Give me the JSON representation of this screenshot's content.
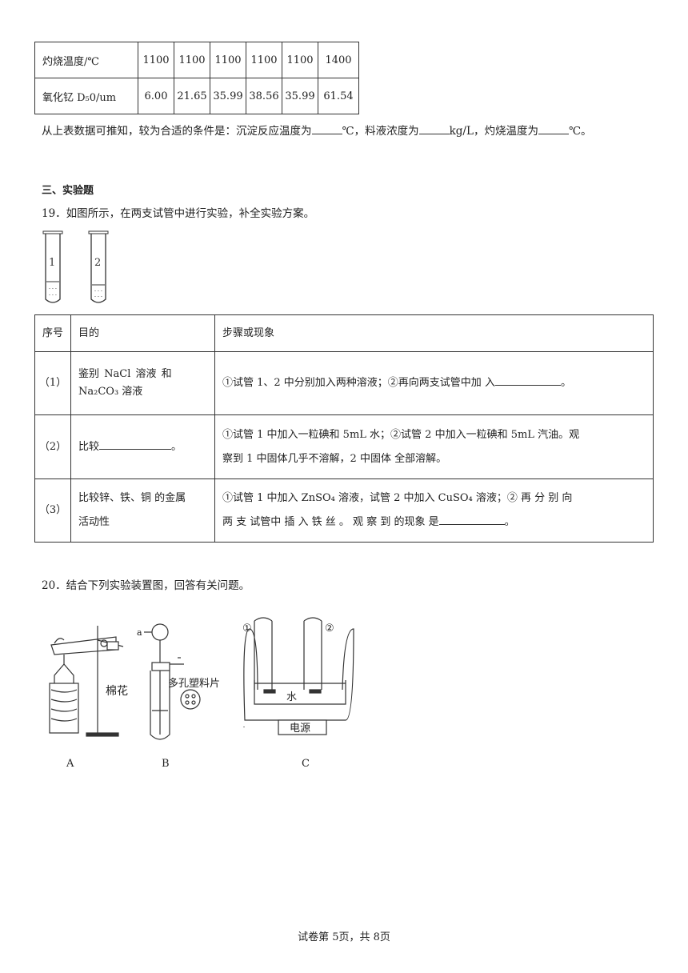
{
  "table1": {
    "rows": [
      {
        "label": "灼烧温度/℃",
        "values": [
          "1100",
          "1100",
          "1100",
          "1100",
          "1100",
          "1400"
        ]
      },
      {
        "label": "氧化钇 D₅0/um",
        "values": [
          "6.00",
          "21.65",
          "35.99",
          "38.56",
          "35.99",
          "61.54"
        ]
      }
    ]
  },
  "conclusion": {
    "part1": "从上表数据可推知，较为合适的条件是：沉淀反应温度为",
    "part2": "℃，料液浓度为",
    "part3": "kg/L，灼烧温度为",
    "part4": "℃。"
  },
  "section3_title": "三、实验题",
  "q19": {
    "text": "19．如图所示，在两支试管中进行实验，补全实验方案。",
    "tube1": "1",
    "tube2": "2",
    "headers": [
      "序号",
      "目的",
      "步骤或现象"
    ],
    "row1": {
      "num": "（1）",
      "purpose_line1": "鉴别 NaCl 溶液 和",
      "purpose_line2": "Na₂CO₃ 溶液",
      "step_a": "①试管 1、2 中分别加入两种溶液；②再向两支试管中加 入",
      "step_b": "。"
    },
    "row2": {
      "num": "（2）",
      "purpose_a": "比较",
      "purpose_b": "。",
      "step_line1": "①试管 1 中加入一粒碘和 5mL 水；②试管 2 中加入一粒碘和 5mL 汽油。观",
      "step_line2": "察到 1 中固体几乎不溶解，2 中固体 全部溶解。"
    },
    "row3": {
      "num": "（3）",
      "purpose_line1": "比较锌、铁、铜 的金属",
      "purpose_line2": "活动性",
      "step_line1": "①试管 1 中加入 ZnSO₄ 溶液，试管 2 中加入 CuSO₄ 溶液；② 再 分 别 向",
      "step_line2a": "两 支 试管中 插 入 铁 丝 。 观 察 到 的现象 是",
      "step_line2b": "。"
    }
  },
  "q20": {
    "text": "20．结合下列实验装置图，回答有关问题。",
    "labels": {
      "A": "A",
      "B": "B",
      "C": "C",
      "cotton": "棉花",
      "a": "a",
      "porous": "多孔塑料片",
      "e1": "①",
      "e2": "②",
      "water": "水",
      "power": "电源"
    }
  },
  "footer": "试卷第 5页，共 8页"
}
